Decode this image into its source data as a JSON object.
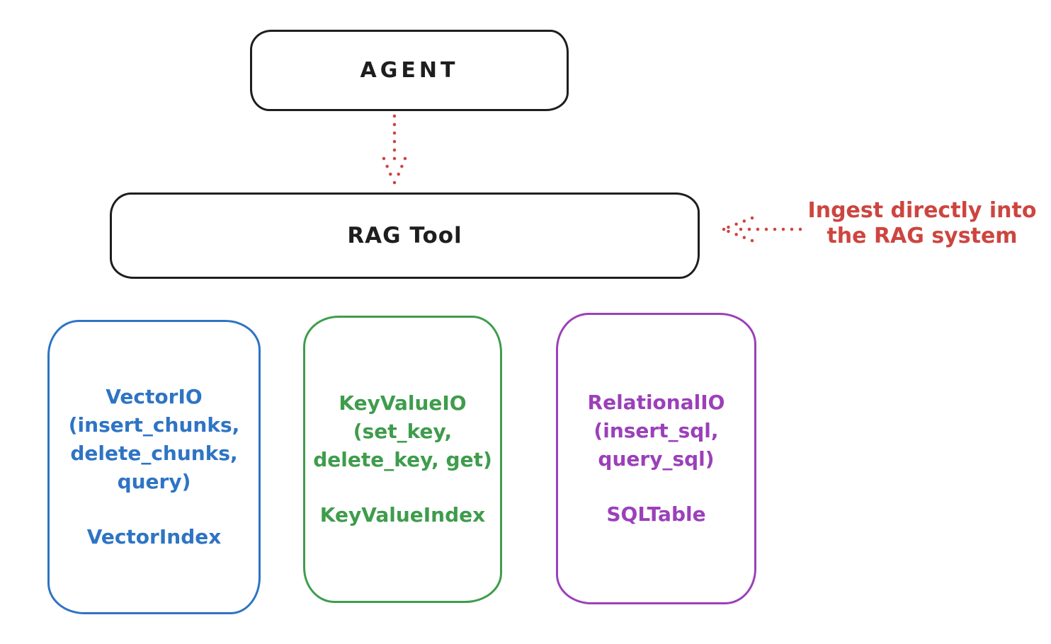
{
  "agent_box": {
    "label": "AGENT"
  },
  "rag_tool_box": {
    "label": "RAG Tool"
  },
  "annotation": {
    "text": "Ingest directly into\nthe RAG system",
    "color": "#cd4540"
  },
  "arrows": [
    {
      "name": "agent-to-ragtool-arrow",
      "style": "dotted",
      "direction": "down",
      "color": "#cd4540"
    },
    {
      "name": "annotation-to-ragtool-arrow",
      "style": "dotted",
      "direction": "left",
      "color": "#cd4540"
    }
  ],
  "storage_boxes": [
    {
      "methods_block": "VectorIO\n(insert_chunks,\ndelete_chunks,\nquery)",
      "index_label": "VectorIndex",
      "color": "#2e74c4"
    },
    {
      "methods_block": "KeyValueIO\n(set_key,\ndelete_key, get)",
      "index_label": "KeyValueIndex",
      "color": "#3f9c4c"
    },
    {
      "methods_block": "RelationalIO\n(insert_sql,\nquery_sql)",
      "index_label": "SQLTable",
      "color": "#9b40ba"
    }
  ]
}
